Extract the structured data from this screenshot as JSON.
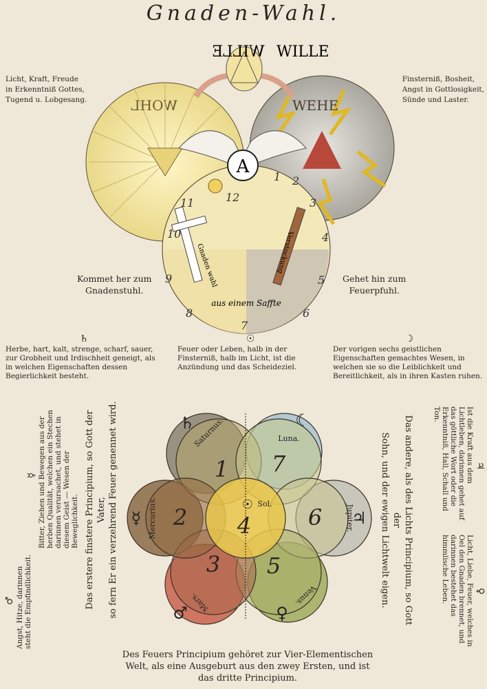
{
  "title": "Gnaden-Wahl.",
  "top": {
    "wille": "WILLE",
    "wille_mirrored": "WILLE",
    "wohl": "WOHL",
    "wehe": "WEHE",
    "center_letter": "A",
    "left_text": [
      "Licht, Kraft, Freude",
      "in Erkenntniß Gottes,",
      "Tugend u. Lobgesang."
    ],
    "right_text": [
      "Finsterniß, Bosheit,",
      "Angst in Gottlosigkeit,",
      "Sünde und Laster."
    ],
    "left_call": [
      "Kommet her zum",
      "Gnadenstuhl."
    ],
    "right_call": [
      "Gehet hin zum",
      "Feuerpfuhl."
    ],
    "banner": "aus einem Saffte",
    "cross_left": "Gnaden wahl",
    "cross_right": "Verstockung",
    "dial_numbers": [
      "12",
      "11",
      "10",
      "9",
      "8",
      "7",
      "6",
      "5",
      "4",
      "3",
      "2",
      "1"
    ]
  },
  "columns": [
    {
      "symbol": "♄",
      "text": "Herbe, hart, kalt, strenge, scharf, sauer, zur Grobheit und Irdischheit geneigt, als in welchen Eigenschaften dessen Begierlichkeit besteht."
    },
    {
      "symbol": "☉",
      "text": "Feuer oder Leben, halb in der Finsterniß, halb im Licht, ist die Anzündung und das Scheideziel."
    },
    {
      "symbol": "☽",
      "text": "Der vorigen sechs geistlichen Eigenschaften gemachtes Wesen, in welchen sie so die Leiblichkeit und Bereitlichkeit, als in ihren Kasten ruhen."
    }
  ],
  "side": {
    "far_left": [
      {
        "symbol": "♂",
        "text": "Angst, Hitze, darinnen steht die Empfindlichkeit."
      },
      {
        "symbol": "☿",
        "text": "Bitter, Ziehen und Bewegen aus der herben Qualität, welchen ein Stechen darinnen verursachet, und stehet in diesem Geist — Wesen der Beweglichkeit."
      }
    ],
    "far_right": [
      {
        "symbol": "♃",
        "text": "Ist die Kraft aus dem Lichtleben, darinnen gehet auf das göttliche Wort oder die Erkenntniß, Hall, Schall und Ton."
      },
      {
        "symbol": "♀",
        "text": "Licht, Liebe, Feuer, welches in Oel den Gnaden brennet, und darinnen bestehet das himmlische Leben."
      }
    ],
    "left_principle": [
      "Das erstere finstere Principium, so Gott der Vater,",
      "so fern Er ein verzehrend Feuer genennet wird."
    ],
    "right_principle": [
      "Das andere, als des Lichts Principium, so Gott der",
      "Sohn, und der ewigen Lichtwelt eigen."
    ]
  },
  "planets": [
    {
      "name": "Saturnus.",
      "symbol": "♄",
      "color": "#8a8272"
    },
    {
      "name": "Luna.",
      "symbol": "☾",
      "color": "#a9c4cf"
    },
    {
      "name": "Jupiter.",
      "symbol": "♃",
      "color": "#c2c0b6"
    },
    {
      "name": "Venus.",
      "symbol": "♀",
      "color": "#9fae5e"
    },
    {
      "name": "Mars.",
      "symbol": "♂",
      "color": "#c9614e"
    },
    {
      "name": "Mercurius.",
      "symbol": "☿",
      "color": "#8a6a48"
    },
    {
      "name": "Sol.",
      "symbol": "☉",
      "color": "#e7c64a"
    }
  ],
  "numbers": [
    "1",
    "7",
    "6",
    "5",
    "3",
    "2",
    "4"
  ],
  "bottom_text": [
    "Des Feuers Principium gehöret zur Vier-Elementischen",
    "Welt, als eine Ausgeburt aus den zwey Ersten, und ist",
    "das dritte Principium."
  ]
}
